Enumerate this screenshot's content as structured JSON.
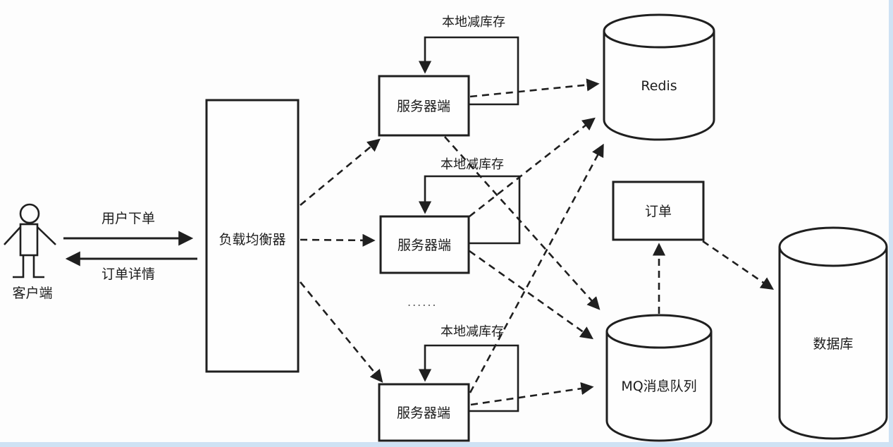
{
  "nodes": {
    "client": {
      "label": "客户端"
    },
    "load_balancer": {
      "label": "负载均衡器"
    },
    "server_1": {
      "label": "服务器端"
    },
    "server_2": {
      "label": "服务器端"
    },
    "server_3": {
      "label": "服务器端"
    },
    "servers_ellipsis": {
      "label": "......"
    },
    "redis": {
      "label": "Redis"
    },
    "order": {
      "label": "订单"
    },
    "mq": {
      "label": "MQ消息队列"
    },
    "database": {
      "label": "数据库"
    }
  },
  "edges": {
    "user_order": {
      "label": "用户下单"
    },
    "order_detail": {
      "label": "订单详情"
    },
    "local_stock_1": {
      "label": "本地减库存"
    },
    "local_stock_2": {
      "label": "本地减库存"
    },
    "local_stock_3": {
      "label": "本地减库存"
    }
  },
  "colors": {
    "stroke": "#1f1f1f",
    "bg": "#fdfdfd",
    "edge_tint": "#cfe2f4"
  }
}
